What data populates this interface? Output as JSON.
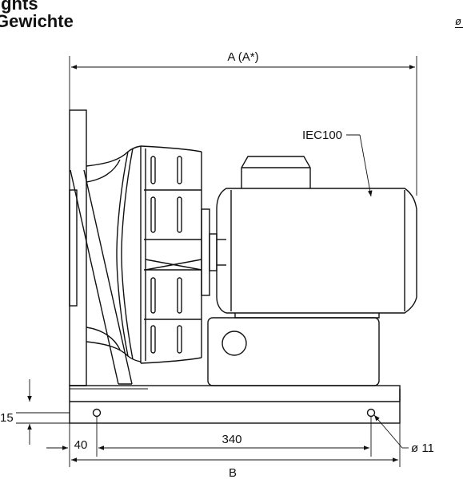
{
  "title": {
    "line1": "ights",
    "line2": "Gewichte"
  },
  "corner_mark": "ø",
  "dimensions": {
    "overall_length": "A (A*)",
    "motor_label": "IEC100",
    "foot_height": "15",
    "edge_offset": "40",
    "hole_spacing": "340",
    "hole_diameter": "ø 11",
    "base_length": "B"
  },
  "colors": {
    "line": "#111111",
    "background": "#ffffff"
  }
}
